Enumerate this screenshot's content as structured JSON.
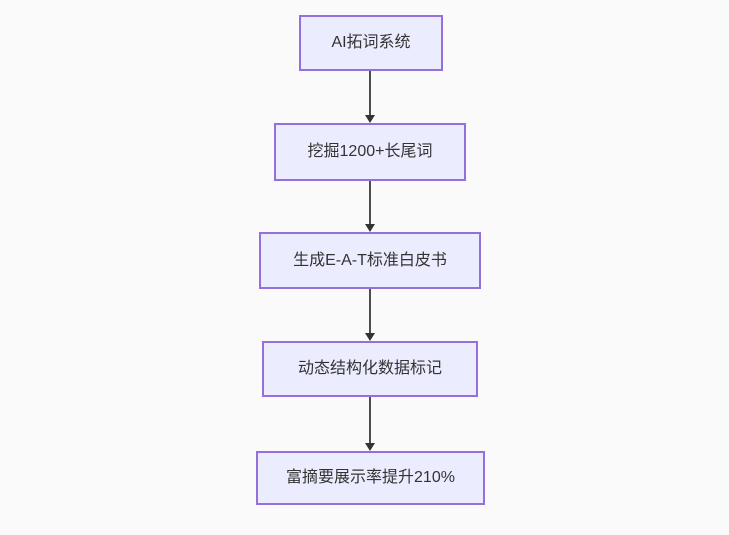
{
  "diagram": {
    "type": "flowchart",
    "direction": "top-down",
    "nodes": [
      {
        "id": "node-1",
        "label": "AI拓词系统"
      },
      {
        "id": "node-2",
        "label": "挖掘1200+长尾词"
      },
      {
        "id": "node-3",
        "label": "生成E-A-T标准白皮书"
      },
      {
        "id": "node-4",
        "label": "动态结构化数据标记"
      },
      {
        "id": "node-5",
        "label": "富摘要展示率提升210%"
      }
    ],
    "edges": [
      {
        "from": "node-1",
        "to": "node-2",
        "style": "solid-arrow"
      },
      {
        "from": "node-2",
        "to": "node-3",
        "style": "solid-arrow"
      },
      {
        "from": "node-3",
        "to": "node-4",
        "style": "solid-arrow"
      },
      {
        "from": "node-4",
        "to": "node-5",
        "style": "solid-arrow"
      }
    ],
    "colors": {
      "background": "#fafafa",
      "node_fill": "#ececff",
      "node_border": "#9370db",
      "node_text": "#333333",
      "arrow": "#333333"
    }
  }
}
